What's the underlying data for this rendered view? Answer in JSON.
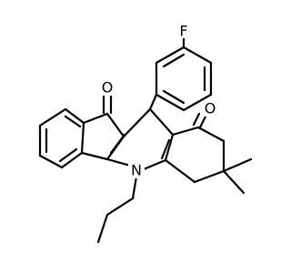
{
  "molecule": {
    "atom_labels": {
      "fluorine": "F",
      "oxygen_upper": "O",
      "oxygen_right": "O",
      "nitrogen": "N"
    },
    "colors": {
      "bond": "#000000",
      "label": "#000000",
      "background": "#ffffff"
    }
  }
}
